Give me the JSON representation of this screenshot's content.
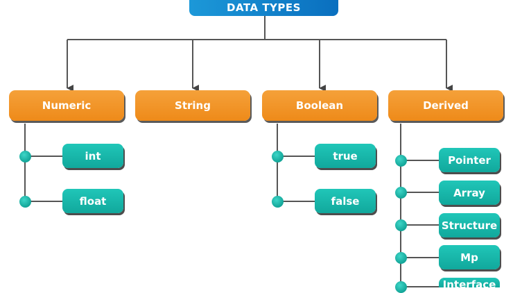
{
  "root": {
    "label": "DATA TYPES"
  },
  "categories": [
    {
      "label": "Numeric",
      "children": [
        "int",
        "float"
      ]
    },
    {
      "label": "String",
      "children": []
    },
    {
      "label": "Boolean",
      "children": [
        "true",
        "false"
      ]
    },
    {
      "label": "Derived",
      "children": [
        "Pointer",
        "Array",
        "Structure",
        "Mp",
        "Interface"
      ]
    }
  ],
  "colors": {
    "root": "#0a6fbf",
    "category": "#ee8a19",
    "leaf": "#13a598",
    "connector": "#555555"
  }
}
